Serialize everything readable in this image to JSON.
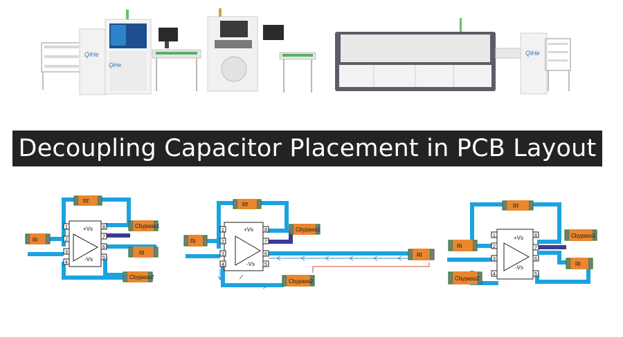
{
  "title": "Decoupling Capacitor Placement in PCB Layout",
  "brand": "QiHe",
  "colors": {
    "trace": "#1ba3e0",
    "trace_dark": "#3d3a93",
    "component": "#e9862e",
    "title_bg": "#232323"
  },
  "circuits": [
    {
      "components": [
        {
          "label": "Rf"
        },
        {
          "label": "Ri"
        },
        {
          "label": "Cbypass1"
        },
        {
          "label": "Rl"
        },
        {
          "label": "Cbypass2"
        }
      ],
      "opamp": {
        "vplus": "+Vs",
        "vminus": "-Vs"
      },
      "pins": [
        "1",
        "2",
        "3",
        "4",
        "5",
        "6",
        "7",
        "8"
      ]
    },
    {
      "components": [
        {
          "label": "Rf"
        },
        {
          "label": "Ri"
        },
        {
          "label": "Cbypass1"
        },
        {
          "label": "Rl"
        },
        {
          "label": "Cbypass2"
        }
      ],
      "opamp": {
        "vplus": "+Vs",
        "vminus": "-Vs"
      },
      "pins": [
        "1",
        "2",
        "3",
        "4",
        "5",
        "6",
        "7",
        "8"
      ]
    },
    {
      "components": [
        {
          "label": "Rf"
        },
        {
          "label": "Ri"
        },
        {
          "label": "Cbypass1"
        },
        {
          "label": "Rl"
        },
        {
          "label": "Cbypass2"
        }
      ],
      "opamp": {
        "vplus": "+Vs",
        "vminus": "-Vs"
      },
      "pins": [
        "1",
        "2",
        "3",
        "4",
        "5",
        "6",
        "7",
        "8"
      ]
    }
  ]
}
